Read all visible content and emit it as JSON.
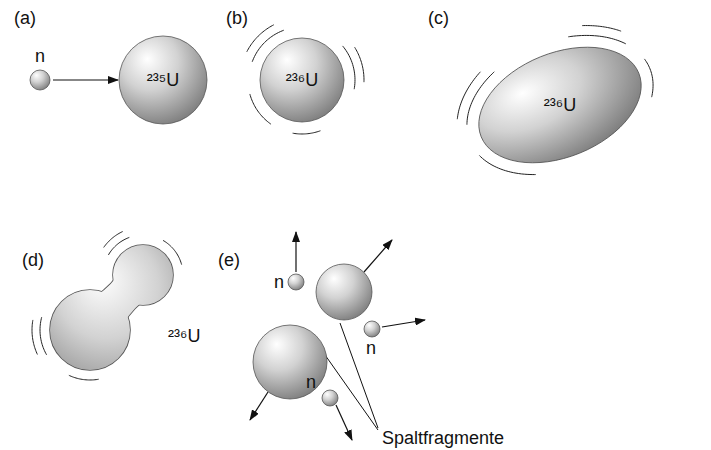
{
  "diagram": {
    "nodes": [
      {
        "text": [
          "n"
        ]
      },
      {
        "text": [
          "²³⁵U"
        ]
      },
      {
        "text": [
          "²³⁶U"
        ]
      },
      {
        "text": [
          "²³⁶U"
        ]
      },
      {
        "text": [
          "²³⁶U"
        ]
      }
    ],
    "edges": [
      {
        "from": 0,
        "to": 1,
        "arrow": "to"
      }
    ],
    "labels": [
      "(a)",
      "(b)",
      "(c)",
      "(d)",
      "(e)",
      "n",
      "n",
      "n",
      "Spaltfragmente"
    ]
  }
}
